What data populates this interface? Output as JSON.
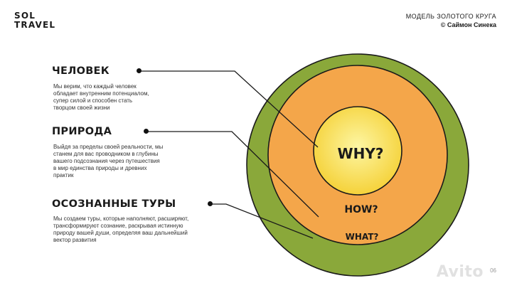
{
  "brand": {
    "line1": "SOL",
    "line2": "TRAVEL"
  },
  "header": {
    "subtitle": "МОДЕЛЬ ЗОЛОТОГО КРУГА",
    "author": "© Саймон Синека"
  },
  "sections": [
    {
      "title": "ЧЕЛОВЕК",
      "lines": [
        "Мы верим, что каждый человек",
        "обладает внутренним потенциалом,",
        "супер силой и способен стать",
        "творцом своей жизни"
      ]
    },
    {
      "title": "ПРИРОДА",
      "lines": [
        "Выйдя за пределы своей реальности, мы",
        "станем для вас проводником в глубины",
        "вашего подсознания через путешествия",
        "в мир единства природы и древних",
        "практик"
      ]
    },
    {
      "title": "ОСОЗНАННЫЕ ТУРЫ",
      "lines": [
        "Мы создаем туры, которые наполняют, расширяют,",
        "трансформируют сознание, раскрывая истинную",
        "природу вашей души, определяя ваш дальнейший",
        "вектор развития"
      ]
    }
  ],
  "circles": {
    "why": "WHY?",
    "how": "HOW?",
    "what": "WHAT?"
  },
  "colors": {
    "outer": "#8aa83a",
    "middle": "#f4a64a",
    "inner_center": "#fdf6a3",
    "inner_edge": "#f5d23a"
  },
  "page_number": "06",
  "watermark": "Avito"
}
